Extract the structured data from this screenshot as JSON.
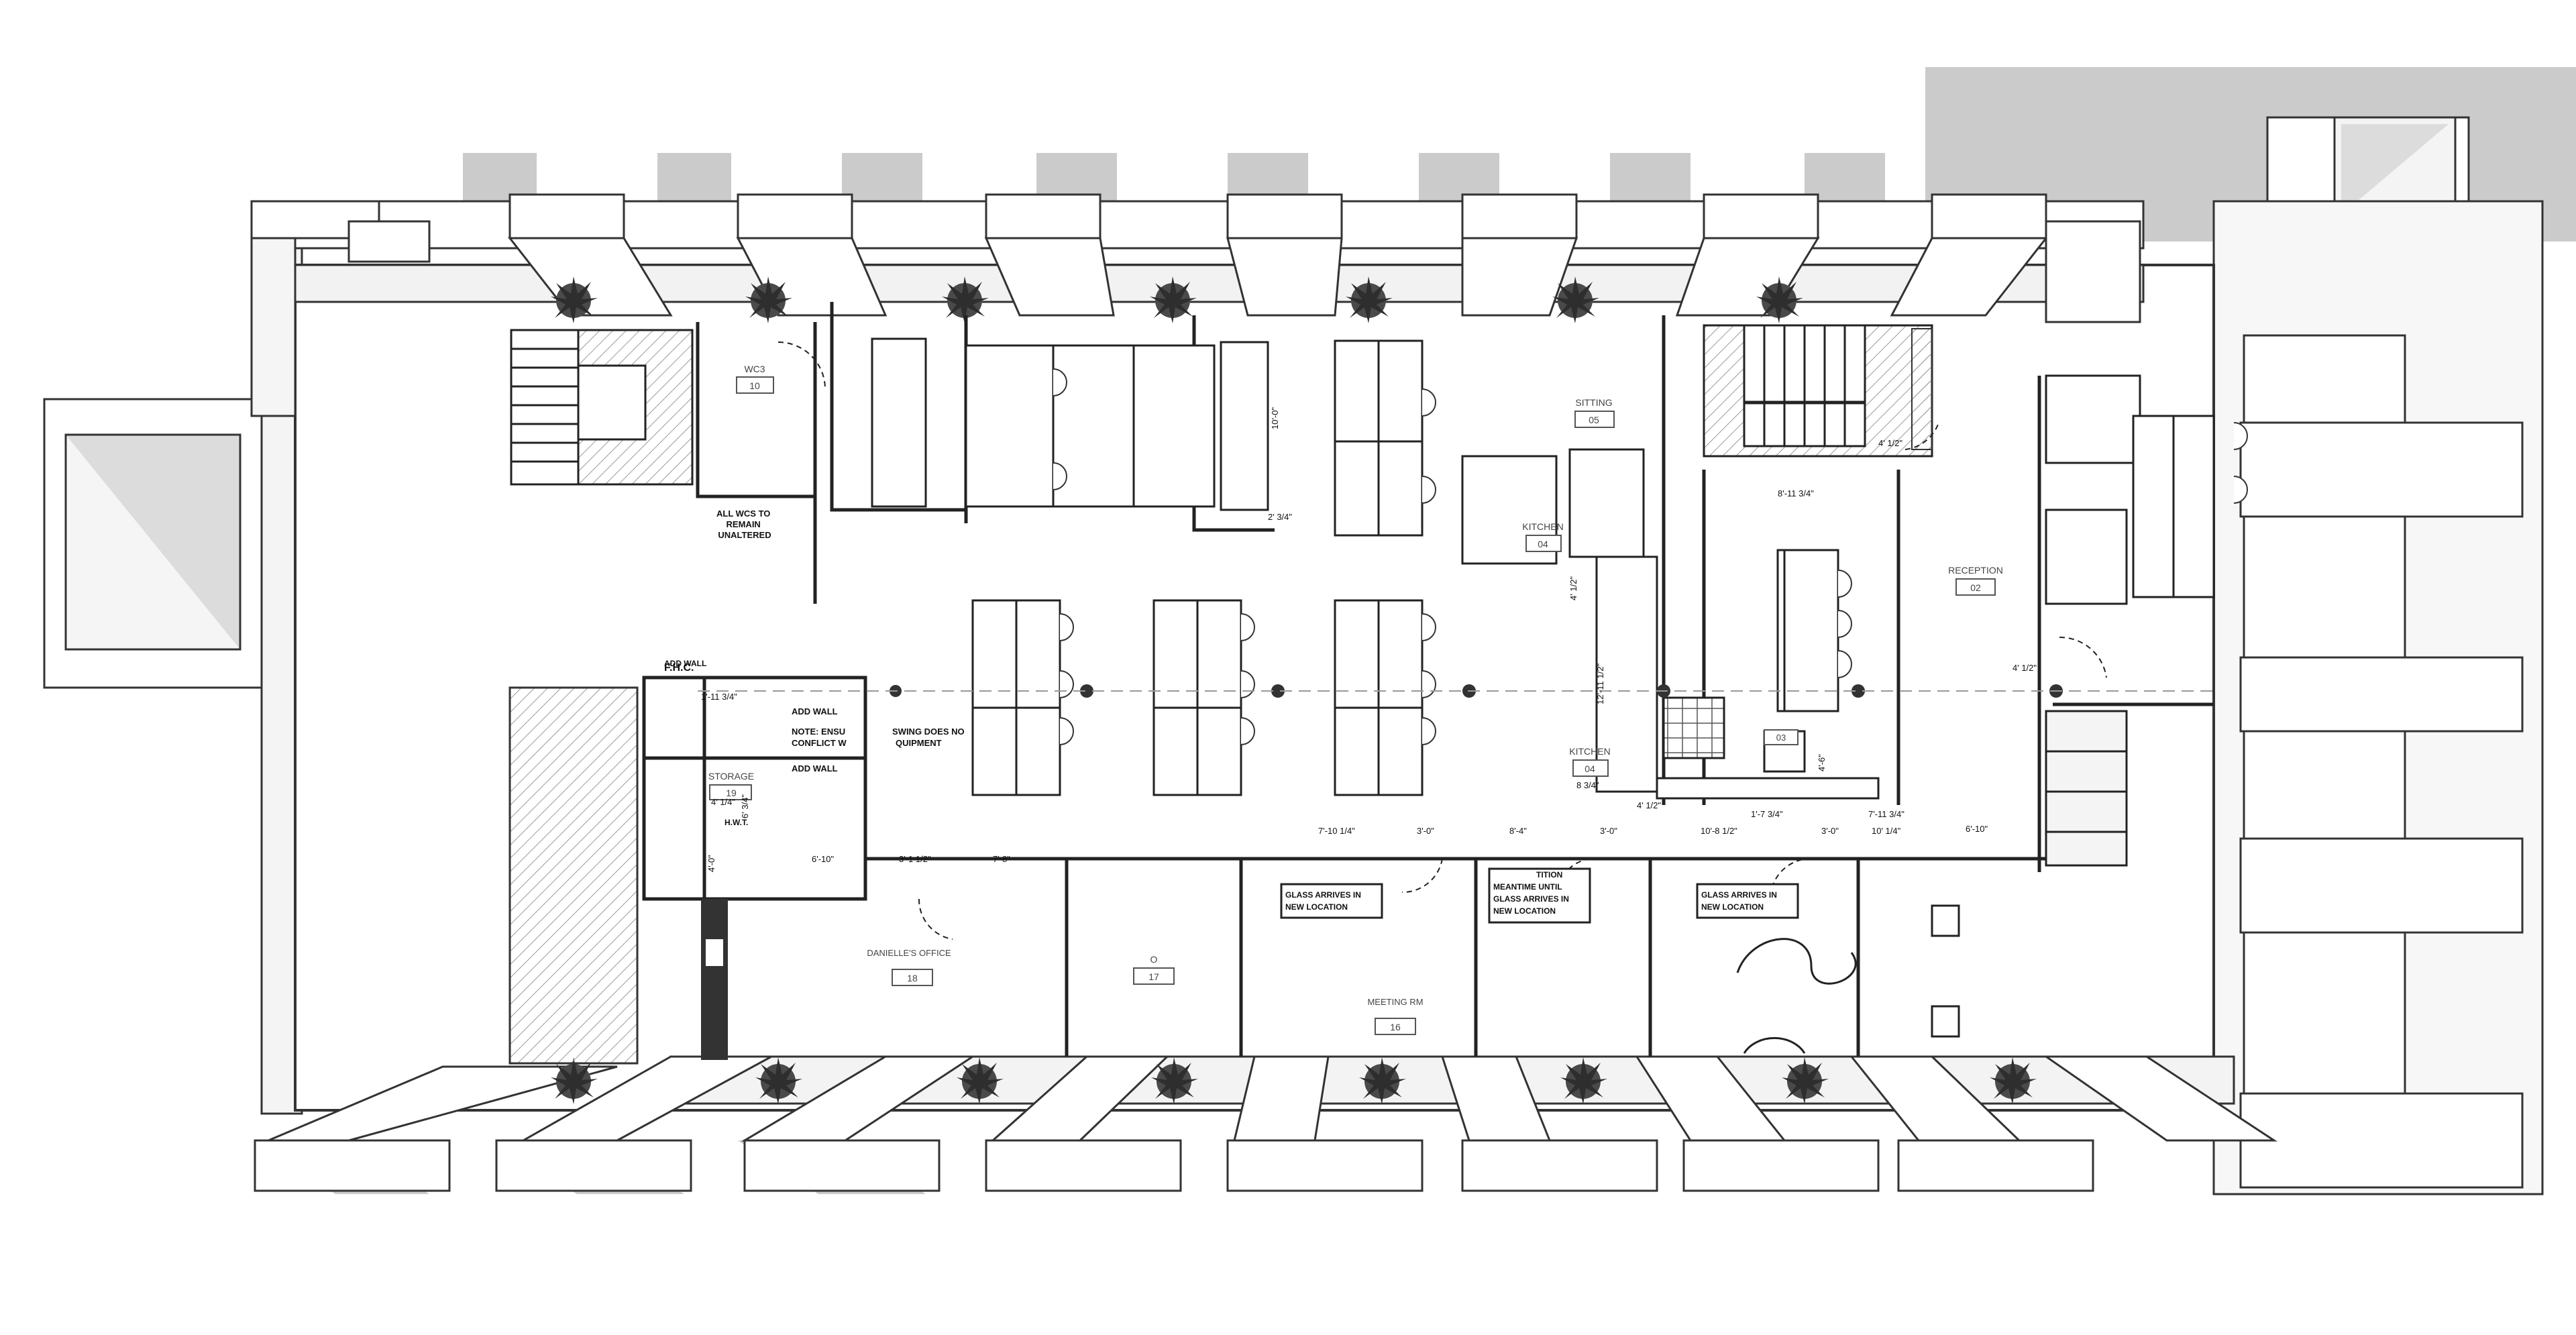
{
  "rooms": {
    "wc3": {
      "name": "WC3",
      "number": "10"
    },
    "sitting": {
      "name": "SITTING",
      "number": "05"
    },
    "kitchen_upper": {
      "name": "KITCHEN",
      "number": "04"
    },
    "kitchen_lower": {
      "name": "KITCHEN",
      "number": "04"
    },
    "reception": {
      "name": "RECEPTION",
      "number": "02"
    },
    "storage": {
      "name": "STORAGE",
      "number": "19"
    },
    "danielles_office": {
      "name": "DANIELLE'S OFFICE",
      "number": "18"
    },
    "room_17": {
      "name": "O",
      "number": "17"
    },
    "meeting": {
      "name": "MEETING RM",
      "number": "16"
    },
    "room_03": {
      "name": "",
      "number": "03"
    }
  },
  "notes": {
    "wcs": [
      "ALL WCS TO",
      "REMAIN",
      "UNALTERED"
    ],
    "add_wall_1": "ADD WALL",
    "add_wall_2": "ADD WALL",
    "add_wall_3": "ADD WALL",
    "ensure": [
      "NOTE: ENSU",
      "CONFLICT W"
    ],
    "swing": [
      "SWING DOES NO",
      "QUIPMENT"
    ],
    "glass_1": [
      "GLASS ARRIVES IN",
      "NEW LOCATION"
    ],
    "glass_2": [
      "TITION",
      "MEANTIME UNTIL",
      "GLASS ARRIVES IN",
      "NEW LOCATION"
    ],
    "glass_3": [
      "GLASS ARRIVES IN",
      "NEW LOCATION"
    ],
    "fhc": "F.H.C.",
    "hwt": "H.W.T."
  },
  "dimensions": {
    "d_10_0": "10'-0\"",
    "d_2_3_4": "2' 3/4\"",
    "d_1_11_3_4": "1'-11 3/4\"",
    "d_4_1_4": "4' 1/4\"",
    "d_6_10_a": "6'-10\"",
    "d_3_1_1_2": "3'-1 1/2\"",
    "d_7_8": "7'-8\"",
    "d_4_1_2_a": "4' 1/2\"",
    "d_12_11_1_2": "12'-11 1/2\"",
    "d_7_10_1_4": "7'-10 1/4\"",
    "d_3_0_a": "3'-0\"",
    "d_8_4": "8'-4\"",
    "d_3_0_b": "3'-0\"",
    "d_10_8_1_2": "10'-8 1/2\"",
    "d_3_0_c": "3'-0\"",
    "d_7_11_3_4": "7'-11 3/4\"",
    "d_10_1_4": "10' 1/4\"",
    "d_1_7_3_4": "1'-7 3/4\"",
    "d_8_11_3_4": "8'-11 3/4\"",
    "d_4_1_2_b": "4' 1/2\"",
    "d_4_1_2_c": "4' 1/2\"",
    "d_6_10_b": "6'-10\"",
    "d_4_0": "4'-0\"",
    "d_6_3_4": "6' 3/4\"",
    "d_4_1_2_d": "4' 1/2\"",
    "d_4_6": "4'-6\"",
    "d_8_3_4": "8 3/4\""
  },
  "colors": {
    "line": "#2b2b2b",
    "shadow": "#c9c9c9",
    "mass": "#f3f3f3",
    "fill": "#ffffff",
    "plant": "#3a3a3a"
  },
  "icons": {
    "planter": "plant-icon",
    "column": "column-dot-icon"
  }
}
